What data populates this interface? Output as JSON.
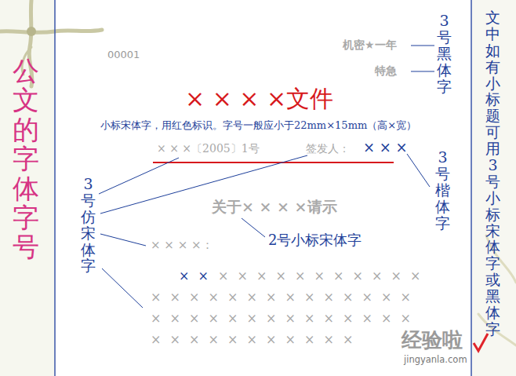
{
  "diagram": {
    "title": "公文的字体字号",
    "labels": [
      "00001",
      "机密★一年",
      "特急",
      "3号黑体字",
      "× × × ×文件",
      "小标宋体字，用红色标识。字号一般应小于22mm×15mm（高×宽）",
      "× × ×〔2005〕1号",
      "签发人：",
      "× × ×",
      "3号楷体字",
      "3号仿宋体字",
      "关于× × × ×请示",
      "2号小标宋体字",
      "× × × ×：",
      "× ×",
      "× × × × × × × × × × ×",
      "× × × × × × × × × × × × × ×",
      "× × × × × × × × × × × × × ×",
      "× × × × × × × × × × ×",
      "文中如有小标题可用3号小标宋体字或黑体字",
      "经验啦",
      "jingyanla.com"
    ]
  }
}
